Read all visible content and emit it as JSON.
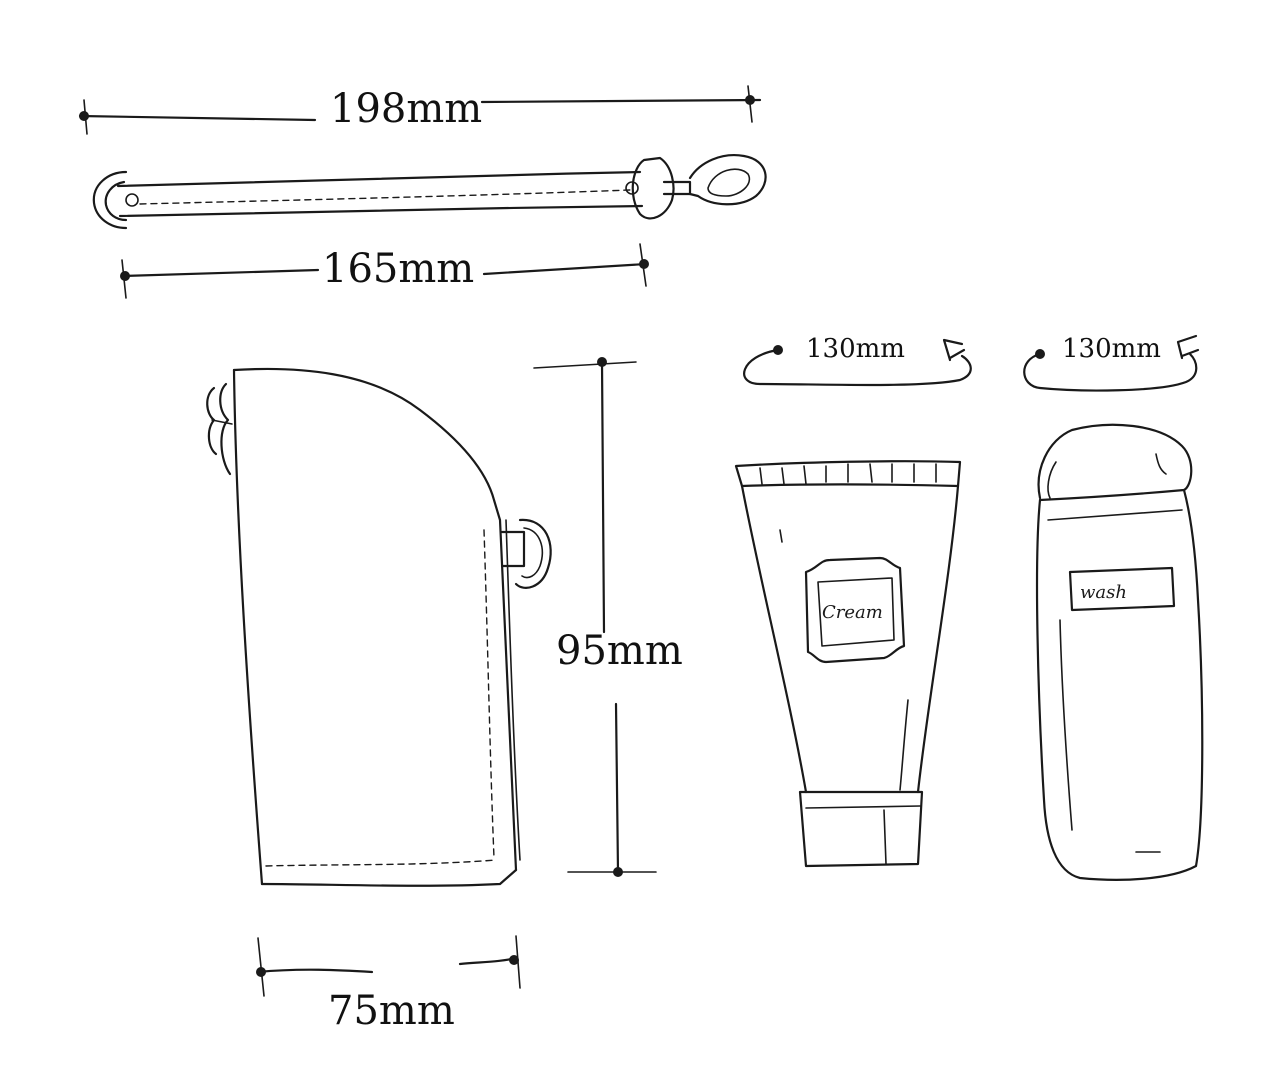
{
  "dimensions": {
    "strap_total": "198mm",
    "strap_body": "165mm",
    "pouch_height": "95mm",
    "pouch_width": "75mm",
    "tube_cord": "130mm",
    "bottle_cord": "130mm"
  },
  "product_labels": {
    "tube": "Cream",
    "bottle": "wash"
  }
}
